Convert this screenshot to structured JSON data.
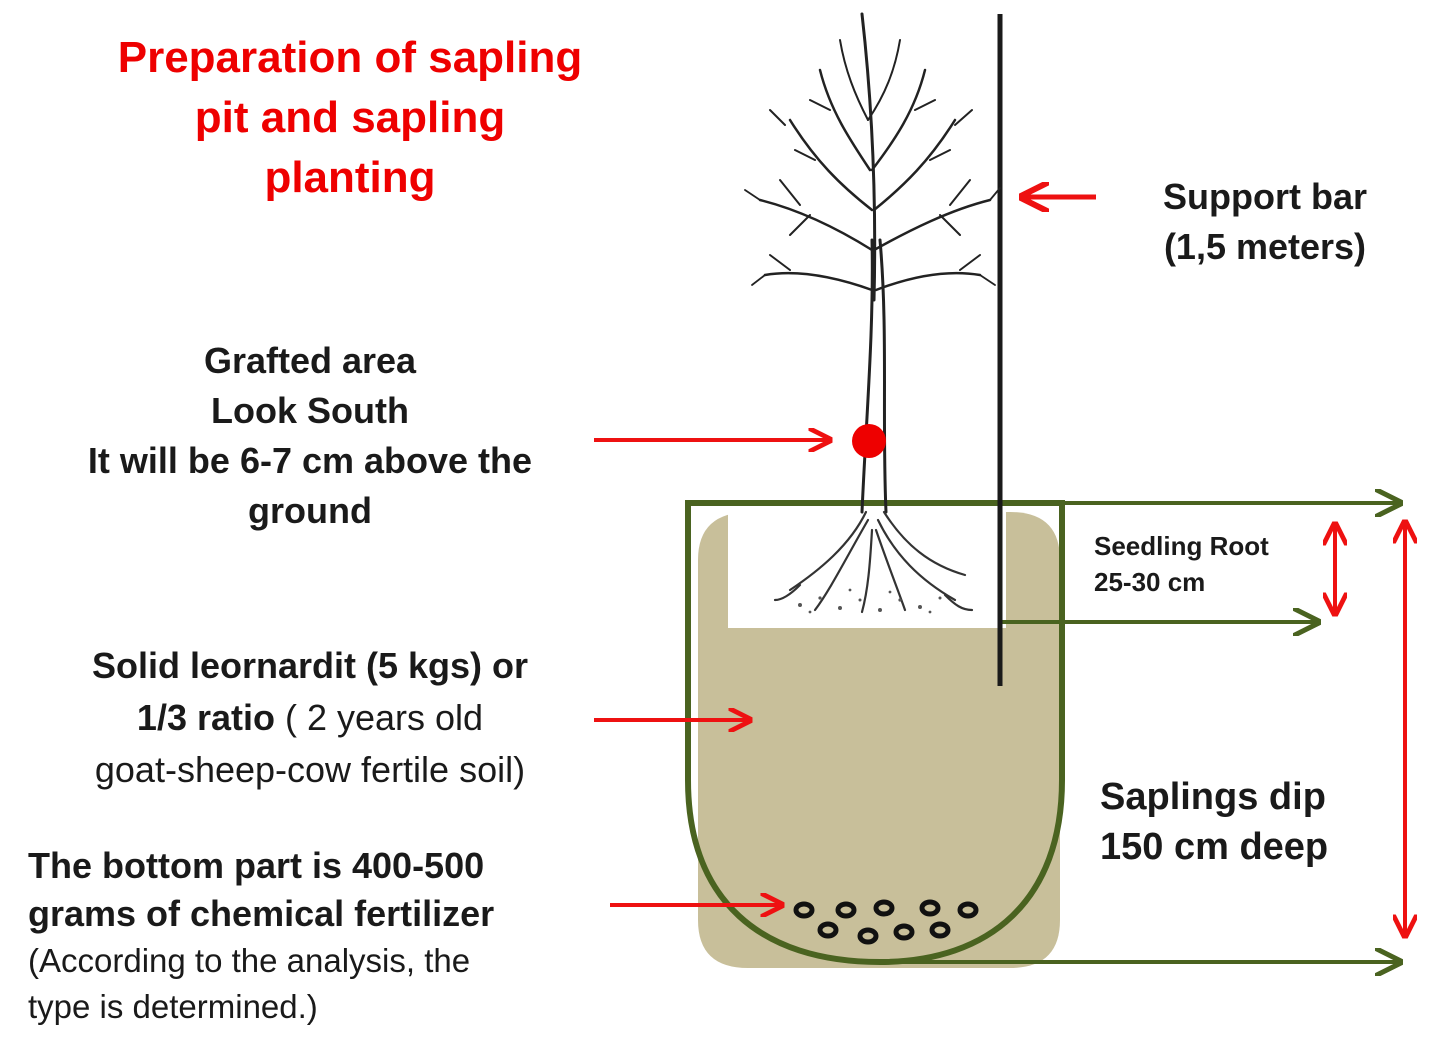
{
  "title": {
    "line1": "Preparation of sapling",
    "line2": "pit and sapling",
    "line3": "planting"
  },
  "grafted_area": {
    "line1": "Grafted area",
    "line2": "Look South",
    "line3": "It will be 6-7 cm above the",
    "line4": "ground"
  },
  "soil_mix": {
    "bold1": "Solid leornardit (5 kgs) or",
    "bold2": "1/3 ratio",
    "normal2": " ( 2 years old",
    "normal3": "goat-sheep-cow fertile soil)"
  },
  "bottom_fertilizer": {
    "bold1": "The bottom part is 400-500",
    "bold2": "grams of chemical fertilizer",
    "note1": "(According to the analysis, the",
    "note2": "type is determined.)"
  },
  "support_bar": {
    "line1": "Support bar",
    "line2": "(1,5 meters)"
  },
  "seedling_root": {
    "line1": "Seedling Root",
    "line2": "25-30 cm"
  },
  "pit_depth": {
    "line1": "Saplings dip",
    "line2": "150 cm deep"
  },
  "colors": {
    "title_red": "#ee0000",
    "arrow_red": "#ee1111",
    "pit_outline_green": "#4a6320",
    "soil_tan": "#c8bf9a",
    "graft_dot": "#ee0000"
  }
}
